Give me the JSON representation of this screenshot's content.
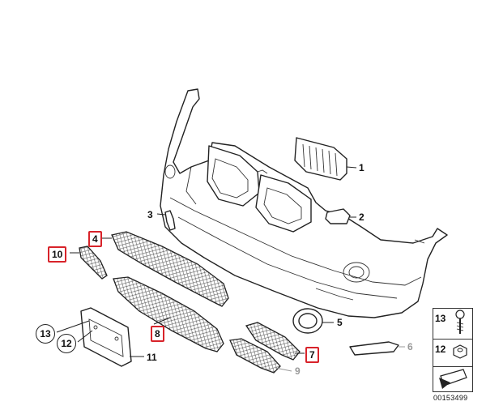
{
  "callouts": {
    "c1": "1",
    "c2": "2",
    "c3": "3",
    "c4": "4",
    "c5": "5",
    "c6": "6",
    "c7": "7",
    "c8": "8",
    "c9": "9",
    "c10": "10",
    "c11": "11",
    "c12": "12",
    "c13": "13"
  },
  "sidebar": {
    "item13": "13",
    "item12": "12"
  },
  "diagram_number": "00153499",
  "colors": {
    "highlight_box": "#d8232a",
    "line": "#222222",
    "dimmed": "#999999"
  }
}
